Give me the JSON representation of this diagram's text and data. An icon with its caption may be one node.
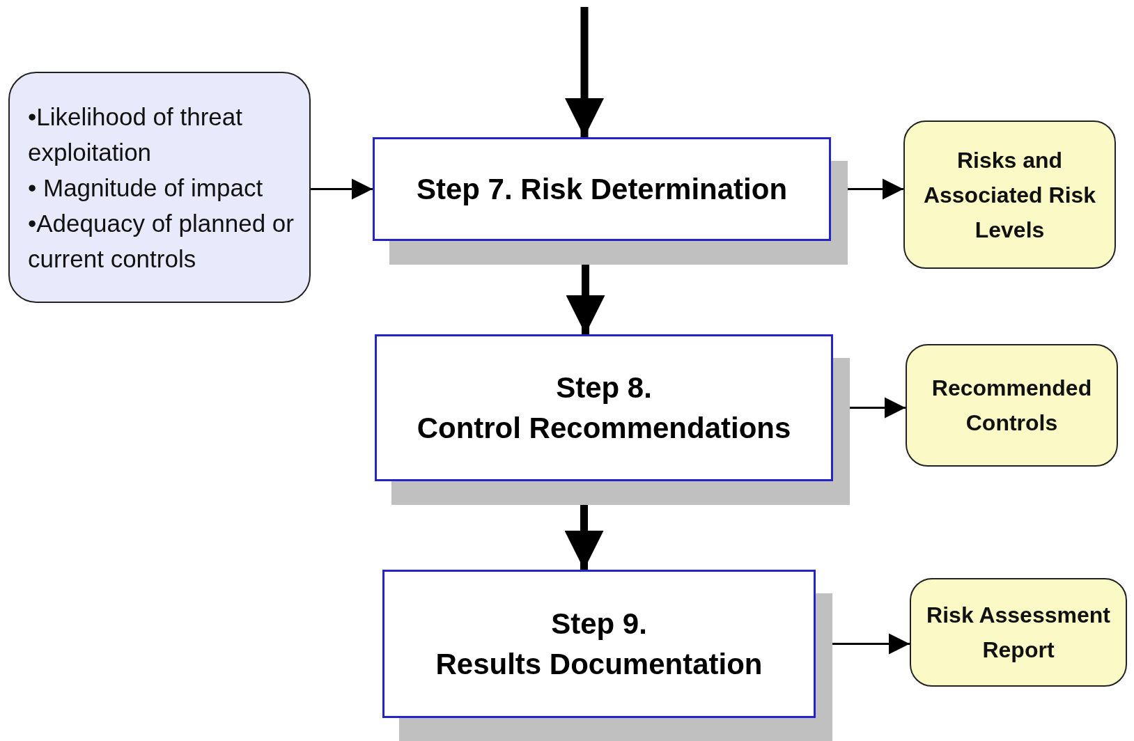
{
  "diagram": {
    "nodes": [
      {
        "text": [
          "•Likelihood of threat exploitation",
          "• Magnitude of impact",
          "•Adequacy of planned or current controls"
        ]
      },
      {
        "text": [
          "Step 7. Risk Determination"
        ]
      },
      {
        "text": [
          "Risks and Associated Risk Levels"
        ]
      },
      {
        "text": [
          "Step 8.",
          "Control Recommendations"
        ]
      },
      {
        "text": [
          "Recommended Controls"
        ]
      },
      {
        "text": [
          "Step 9.",
          "Results Documentation"
        ]
      },
      {
        "text": [
          "Risk Assessment Report"
        ]
      }
    ],
    "edges": [
      {
        "from": null,
        "to": 1,
        "arrow": "to",
        "style": "thick"
      },
      {
        "from": 0,
        "to": 1,
        "arrow": "to"
      },
      {
        "from": 1,
        "to": 2,
        "arrow": "to"
      },
      {
        "from": 1,
        "to": 3,
        "arrow": "to",
        "style": "thick"
      },
      {
        "from": 3,
        "to": 4,
        "arrow": "to"
      },
      {
        "from": 3,
        "to": 5,
        "arrow": "to",
        "style": "thick"
      },
      {
        "from": 5,
        "to": 6,
        "arrow": "to"
      }
    ]
  }
}
